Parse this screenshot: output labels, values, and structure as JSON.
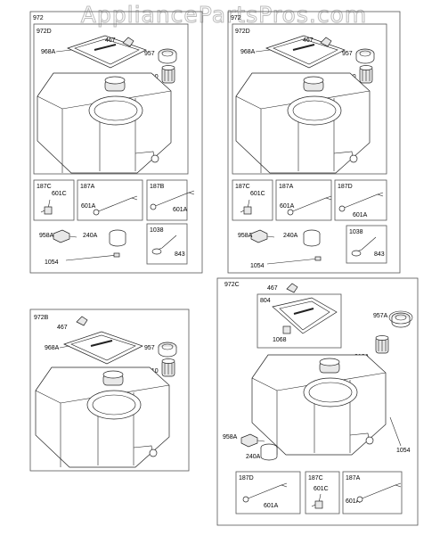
{
  "watermark": "AppliancePartsPros.com",
  "panels": {
    "p1": {
      "outer": "972",
      "sub": "972D",
      "labels": [
        "968A",
        "467",
        "957",
        "210"
      ],
      "boxes": [
        {
          "title": "187C",
          "labels": [
            "601C"
          ]
        },
        {
          "title": "187A",
          "labels": [
            "601A"
          ]
        },
        {
          "title": "187B",
          "labels": [
            "601A"
          ]
        },
        {
          "title": "1038",
          "labels": [
            "843"
          ]
        }
      ],
      "loose": [
        "958A",
        "240A",
        "1054"
      ]
    },
    "p2": {
      "outer": "972",
      "sub": "972D",
      "labels": [
        "968A",
        "467",
        "957",
        "210"
      ],
      "boxes": [
        {
          "title": "187C",
          "labels": [
            "601C"
          ]
        },
        {
          "title": "187A",
          "labels": [
            "601A"
          ]
        },
        {
          "title": "187D",
          "labels": [
            "601A"
          ]
        },
        {
          "title": "1038",
          "labels": [
            "843"
          ]
        }
      ],
      "loose": [
        "958A",
        "240A",
        "1054"
      ]
    },
    "p3": {
      "sub": "972B",
      "labels": [
        "467",
        "968A",
        "957",
        "210"
      ]
    },
    "p4": {
      "outer": "972C",
      "labels": [
        "467",
        "957A",
        "210A",
        "958A",
        "240A",
        "1054"
      ],
      "box804": {
        "title": "804",
        "labels": [
          "1068"
        ]
      },
      "boxes": [
        {
          "title": "187D",
          "labels": [
            "601A"
          ]
        },
        {
          "title": "187C",
          "labels": [
            "601C"
          ]
        },
        {
          "title": "187A",
          "labels": [
            "601A"
          ]
        }
      ]
    }
  }
}
